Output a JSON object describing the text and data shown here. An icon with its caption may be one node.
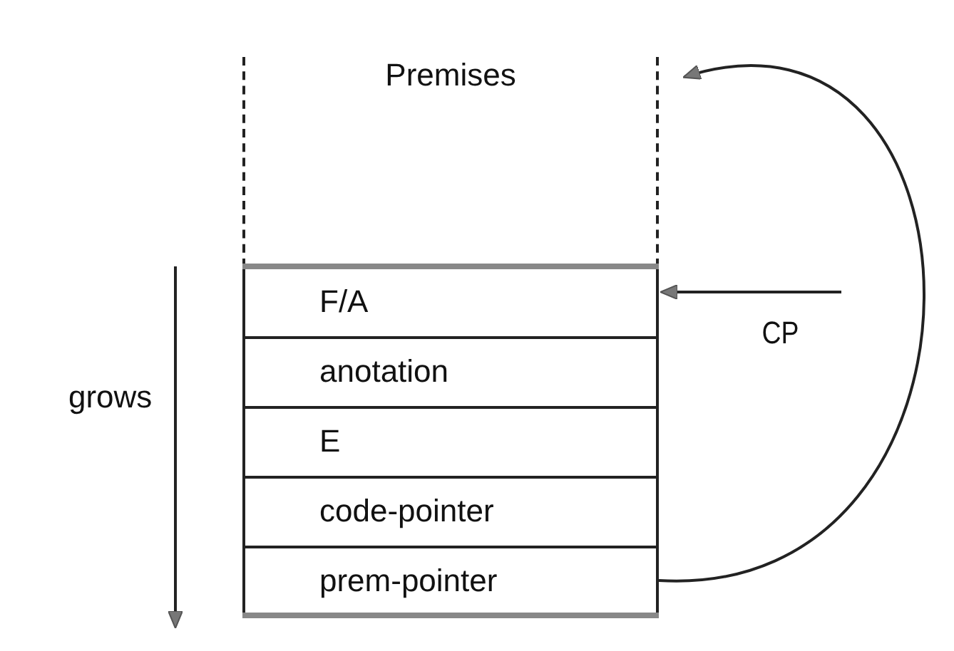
{
  "diagram": {
    "nodes": [
      {
        "text": [
          "Premises"
        ]
      },
      {
        "text": [
          "F/A"
        ],
        "in": 0
      },
      {
        "text": [
          "anotation"
        ],
        "in": 0
      },
      {
        "text": [
          "E"
        ],
        "in": 0
      },
      {
        "text": [
          "code-pointer"
        ],
        "in": 0
      },
      {
        "text": [
          "prem-pointer"
        ],
        "in": 0
      }
    ],
    "edges": [
      {
        "from": 5,
        "to": 0,
        "arrow": "to"
      },
      {
        "from": null,
        "to": 1,
        "arrow": "to",
        "label": "CP"
      }
    ],
    "labels": [
      "grows"
    ]
  }
}
